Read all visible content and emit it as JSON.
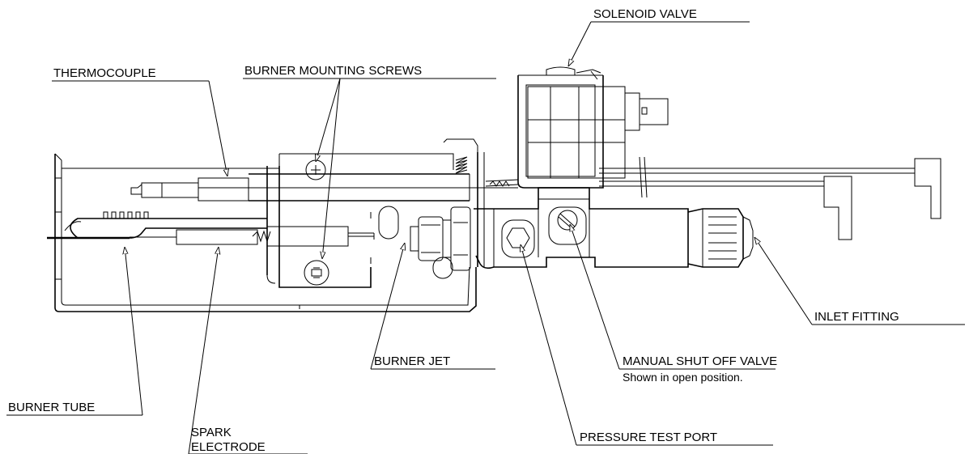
{
  "labels": {
    "solenoid_valve": "SOLENOID VALVE",
    "thermocouple": "THERMOCOUPLE",
    "burner_mounting_screws": "BURNER MOUNTING SCREWS",
    "inlet_fitting": "INLET FITTING",
    "burner_jet": "BURNER JET",
    "manual_shut_off_valve": "MANUAL SHUT OFF VALVE",
    "manual_shut_off_note": "Shown in open position.",
    "burner_tube": "BURNER TUBE",
    "spark_electrode_line1": "SPARK",
    "spark_electrode_line2": "ELECTRODE",
    "pressure_test_port": "PRESSURE TEST PORT"
  }
}
